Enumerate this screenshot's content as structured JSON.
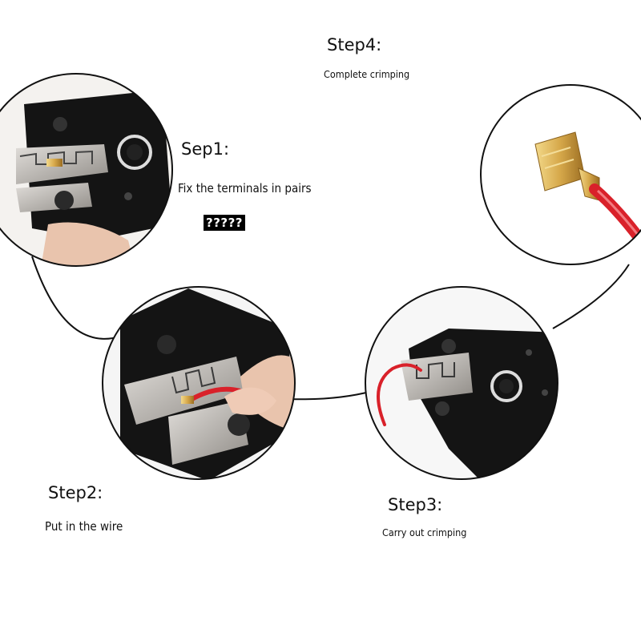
{
  "steps": {
    "step1": {
      "title": "Sep1:",
      "caption": "Fix the terminals in pairs",
      "note": "?????"
    },
    "step2": {
      "title": "Step2:",
      "caption": "Put in the wire"
    },
    "step3": {
      "title": "Step3:",
      "caption": "Carry out crimping"
    },
    "step4": {
      "title": "Step4:",
      "caption": "Complete crimping"
    }
  },
  "colors": {
    "tool_body": "#141414",
    "die_steel": "#b9b6b2",
    "wire_red": "#d9212a",
    "terminal_brass": "#d6a84a",
    "skin": "#e9c4ad",
    "outline": "#111111"
  }
}
